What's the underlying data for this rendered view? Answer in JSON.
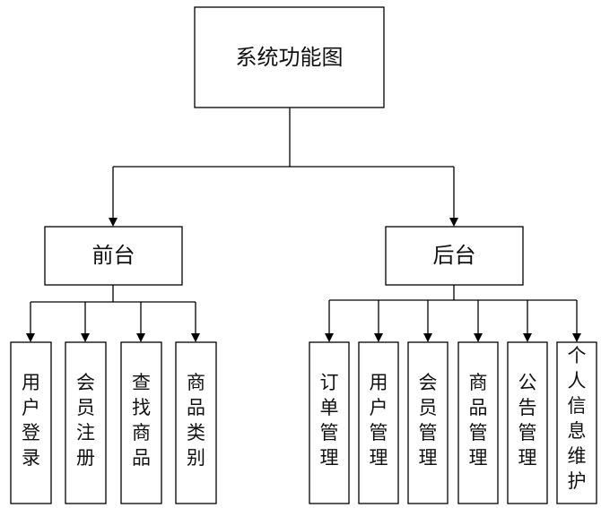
{
  "diagram": {
    "root": {
      "label": "系统功能图"
    },
    "branches": [
      {
        "label": "前台",
        "children": [
          {
            "label": "用户登录"
          },
          {
            "label": "会员注册"
          },
          {
            "label": "查找商品"
          },
          {
            "label": "商品类别"
          }
        ]
      },
      {
        "label": "后台",
        "children": [
          {
            "label": "订单管理"
          },
          {
            "label": "用户管理"
          },
          {
            "label": "会员管理"
          },
          {
            "label": "商品管理"
          },
          {
            "label": "公告管理"
          },
          {
            "label": "个人信息维护"
          }
        ]
      }
    ]
  }
}
